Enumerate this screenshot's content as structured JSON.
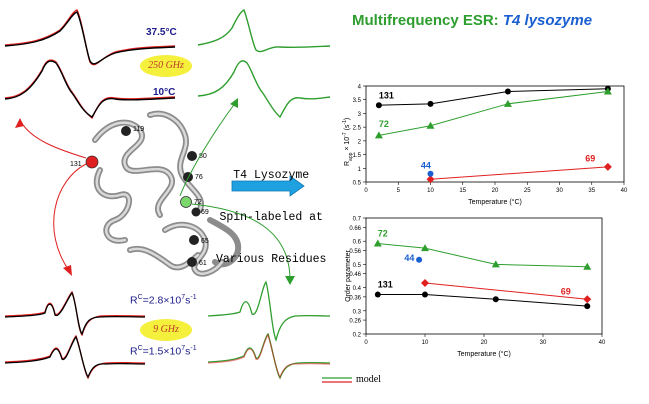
{
  "title": {
    "main": "Multifrequency ESR:",
    "italic": "T4 lysozyme"
  },
  "high_freq": {
    "freq_label": "250 GHz",
    "temp_top": "37.5°C",
    "temp_bottom": "10°C"
  },
  "low_freq": {
    "freq_label": "9 GHz",
    "rc_top": "R",
    "rc_top_sup": "C",
    "rc_top_val": "=2.8×10",
    "rc_top_exp": "7",
    "rc_top_unit": "s",
    "rc_top_unit_exp": "-1",
    "rc_bottom": "R",
    "rc_bottom_sup": "C",
    "rc_bottom_val": "=1.5×10",
    "rc_bottom_exp": "7",
    "rc_bottom_unit": "s",
    "rc_bottom_unit_exp": "-1"
  },
  "protein": {
    "label_lines": [
      "T4 Lysozyme",
      "Spin-labeled at",
      "Various Residues"
    ],
    "residues": [
      "119",
      "80",
      "76",
      "72",
      "69",
      "65",
      "61",
      "131"
    ]
  },
  "legend": {
    "model": "model"
  },
  "colors": {
    "green": "#2e9e2e",
    "red": "#e02020",
    "blue": "#1a5fd0",
    "black": "#000000",
    "yellow": "#f5f03c",
    "title_green": "#2e9e2e"
  },
  "chart_data": [
    {
      "type": "line",
      "xlabel": "Temperature (°C)",
      "ylabel": "R",
      "ylabel_sub": "app",
      "ylabel_rest": " × 10",
      "ylabel_exp": "-7",
      "ylabel_unit": " (s",
      "ylabel_unit_exp": "-1",
      "ylabel_close": ")",
      "xlim": [
        0,
        40
      ],
      "ylim": [
        0.5,
        4
      ],
      "xticks": [
        "0",
        "5",
        "10",
        "15",
        "20",
        "25",
        "30",
        "35",
        "40"
      ],
      "yticks": [
        "0.5",
        "1",
        "1.5",
        "2",
        "2.5",
        "3",
        "3.5",
        "4"
      ],
      "series": [
        {
          "name": "131",
          "color": "#000000",
          "marker": "circle",
          "points": [
            [
              2,
              3.3
            ],
            [
              10,
              3.35
            ],
            [
              22,
              3.8
            ],
            [
              37.5,
              3.9
            ]
          ]
        },
        {
          "name": "72",
          "color": "#2e9e2e",
          "marker": "triangle",
          "points": [
            [
              2,
              2.2
            ],
            [
              10,
              2.55
            ],
            [
              22,
              3.35
            ],
            [
              37.5,
              3.8
            ]
          ]
        },
        {
          "name": "69",
          "color": "#e02020",
          "marker": "diamond",
          "points": [
            [
              10,
              0.6
            ],
            [
              37.5,
              1.05
            ]
          ]
        },
        {
          "name": "44",
          "color": "#1a5fd0",
          "marker": "circle",
          "points": [
            [
              10,
              0.8
            ]
          ]
        }
      ]
    },
    {
      "type": "line",
      "xlabel": "Temperature (°C)",
      "ylabel": "Order parameter",
      "xlim": [
        0,
        40
      ],
      "ylim": [
        0.2,
        0.7
      ],
      "xticks": [
        "0",
        "10",
        "20",
        "30",
        "40"
      ],
      "yticks": [
        "0.2",
        "0.26",
        "0.3",
        "0.36",
        "0.4",
        "0.46",
        "0.5",
        "0.56",
        "0.6",
        "0.66",
        "0.7"
      ],
      "series": [
        {
          "name": "72",
          "color": "#2e9e2e",
          "marker": "triangle",
          "points": [
            [
              2,
              0.59
            ],
            [
              10,
              0.57
            ],
            [
              22,
              0.5
            ],
            [
              37.5,
              0.49
            ]
          ]
        },
        {
          "name": "44",
          "color": "#1a5fd0",
          "marker": "circle",
          "points": [
            [
              9,
              0.52
            ]
          ]
        },
        {
          "name": "131",
          "color": "#000000",
          "marker": "circle",
          "points": [
            [
              2,
              0.37
            ],
            [
              10,
              0.37
            ],
            [
              22,
              0.35
            ],
            [
              37.5,
              0.32
            ]
          ]
        },
        {
          "name": "69",
          "color": "#e02020",
          "marker": "diamond",
          "points": [
            [
              10,
              0.42
            ],
            [
              37.5,
              0.35
            ]
          ]
        }
      ]
    }
  ]
}
